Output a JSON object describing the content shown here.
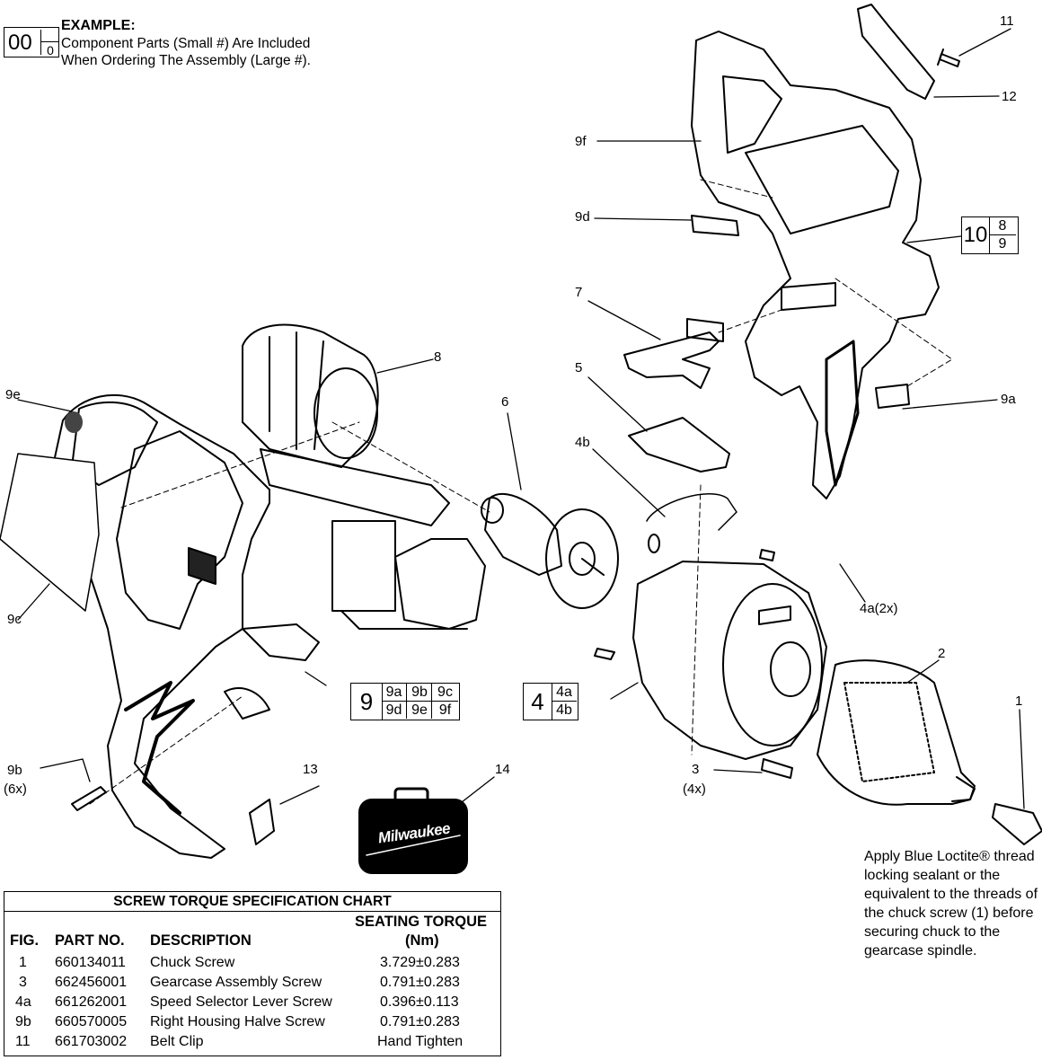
{
  "example": {
    "title": "EXAMPLE:",
    "line1": "Component Parts (Small #) Are Included",
    "line2": "When Ordering The Assembly (Large #).",
    "big": "00",
    "small": "0"
  },
  "callouts": {
    "c1": "1",
    "c2": "2",
    "c3": "3",
    "c3q": "(4x)",
    "c4a": "4a(2x)",
    "c4b": "4b",
    "c5": "5",
    "c6": "6",
    "c7": "7",
    "c8": "8",
    "c9a": "9a",
    "c9b": "9b",
    "c9bq": "(6x)",
    "c9c": "9c",
    "c9d": "9d",
    "c9e": "9e",
    "c9f": "9f",
    "c11": "11",
    "c12": "12",
    "c13": "13",
    "c14": "14"
  },
  "assemblies": {
    "a10": {
      "big": "10",
      "parts": [
        "8",
        "9"
      ]
    },
    "a9": {
      "big": "9",
      "parts": [
        "9a",
        "9b",
        "9c",
        "9d",
        "9e",
        "9f"
      ]
    },
    "a4": {
      "big": "4",
      "parts": [
        "4a",
        "4b"
      ]
    }
  },
  "case_brand": "Milwaukee",
  "note": "Apply Blue Loctite® thread locking sealant or the equivalent to the threads of the chuck screw (1) before securing chuck to the gearcase spindle.",
  "torque_chart": {
    "title": "SCREW TORQUE SPECIFICATION CHART",
    "headers": {
      "fig": "FIG.",
      "part": "PART NO.",
      "desc": "DESCRIPTION",
      "torque1": "SEATING TORQUE",
      "torque2": "(Nm)"
    },
    "rows": [
      {
        "fig": "1",
        "part": "660134011",
        "desc": "Chuck Screw",
        "torque": "3.729±0.283"
      },
      {
        "fig": "3",
        "part": "662456001",
        "desc": "Gearcase Assembly Screw",
        "torque": "0.791±0.283"
      },
      {
        "fig": "4a",
        "part": "661262001",
        "desc": "Speed Selector Lever Screw",
        "torque": "0.396±0.113"
      },
      {
        "fig": "9b",
        "part": "660570005",
        "desc": "Right Housing Halve Screw",
        "torque": "0.791±0.283"
      },
      {
        "fig": "11",
        "part": "661703002",
        "desc": "Belt Clip",
        "torque": "Hand Tighten"
      }
    ]
  }
}
